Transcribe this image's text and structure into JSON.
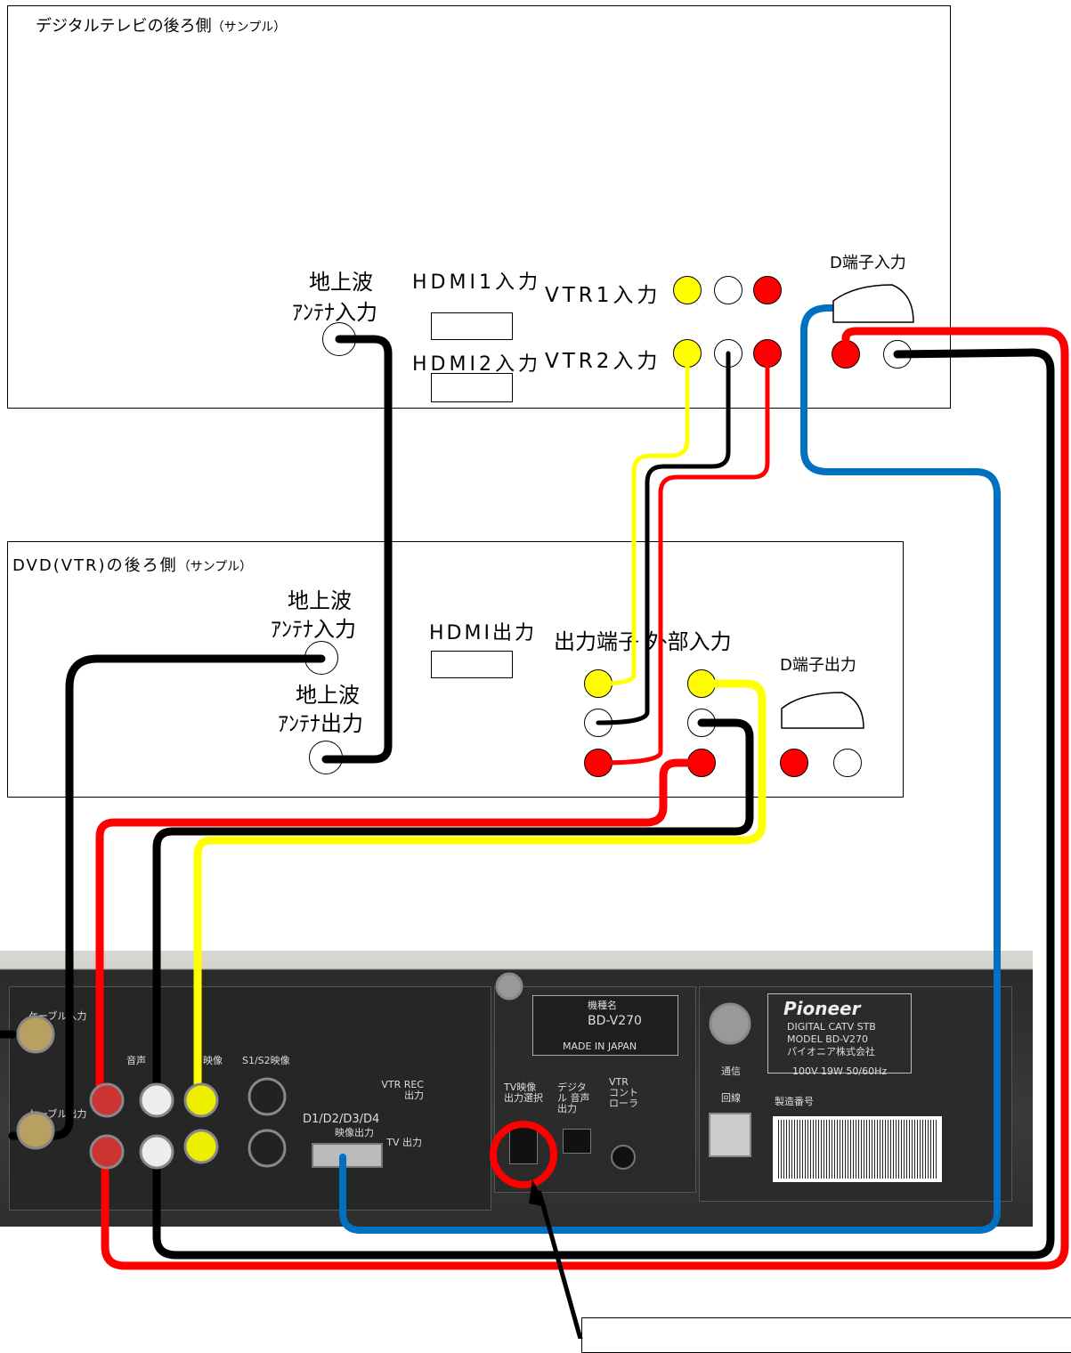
{
  "tv": {
    "title": "デジタルテレビの後ろ側",
    "title_note": "（サンプル）",
    "antenna_in_line1": "地上波",
    "antenna_in_line2": "ｱﾝﾃﾅ入力",
    "hdmi1": "HDMI1入力",
    "hdmi2": "HDMI2入力",
    "vtr1": "VTR1入力",
    "vtr2": "VTR2入力",
    "d_in": "D端子入力"
  },
  "dvd": {
    "title": "DVD(VTR)の後ろ側",
    "title_note": "（サンプル）",
    "antenna_in_line1": "地上波",
    "antenna_in_line2": "ｱﾝﾃﾅ入力",
    "antenna_out_line1": "地上波",
    "antenna_out_line2": "ｱﾝﾃﾅ出力",
    "hdmi_out": "HDMI出力",
    "out_ext": "出力端子 外部入力",
    "d_out": "D端子出力"
  },
  "stb": {
    "brand": "Pioneer",
    "model_line1": "DIGITAL CATV STB",
    "model_line2": "MODEL BD-V270",
    "maker": "パイオニア株式会社",
    "power": "100V 19W 50/60Hz",
    "name_label": "機種名",
    "name_value": "BD-V270",
    "made_in": "MADE IN JAPAN",
    "audio": "音声",
    "video": "映像",
    "s_video": "S1/S2映像",
    "vtr_rec": "VTR REC 出力",
    "tv_out": "TV 出力",
    "d_video": "D1/D2/D3/D4",
    "d_video_sub": "映像出力",
    "tv_select": "TV映像 出力選択",
    "digital_audio": "デジタル 音声出力",
    "vtr_ctrl": "VTR コント ローラ",
    "comm": "通信",
    "phone": "回線",
    "serial": "製造番号",
    "cable_in": "ケーブル入力",
    "cable_out": "ケーブル出力"
  },
  "colors": {
    "yellow": "#ffff00",
    "red": "#ff0000",
    "black": "#000000",
    "blue": "#0070c0"
  }
}
